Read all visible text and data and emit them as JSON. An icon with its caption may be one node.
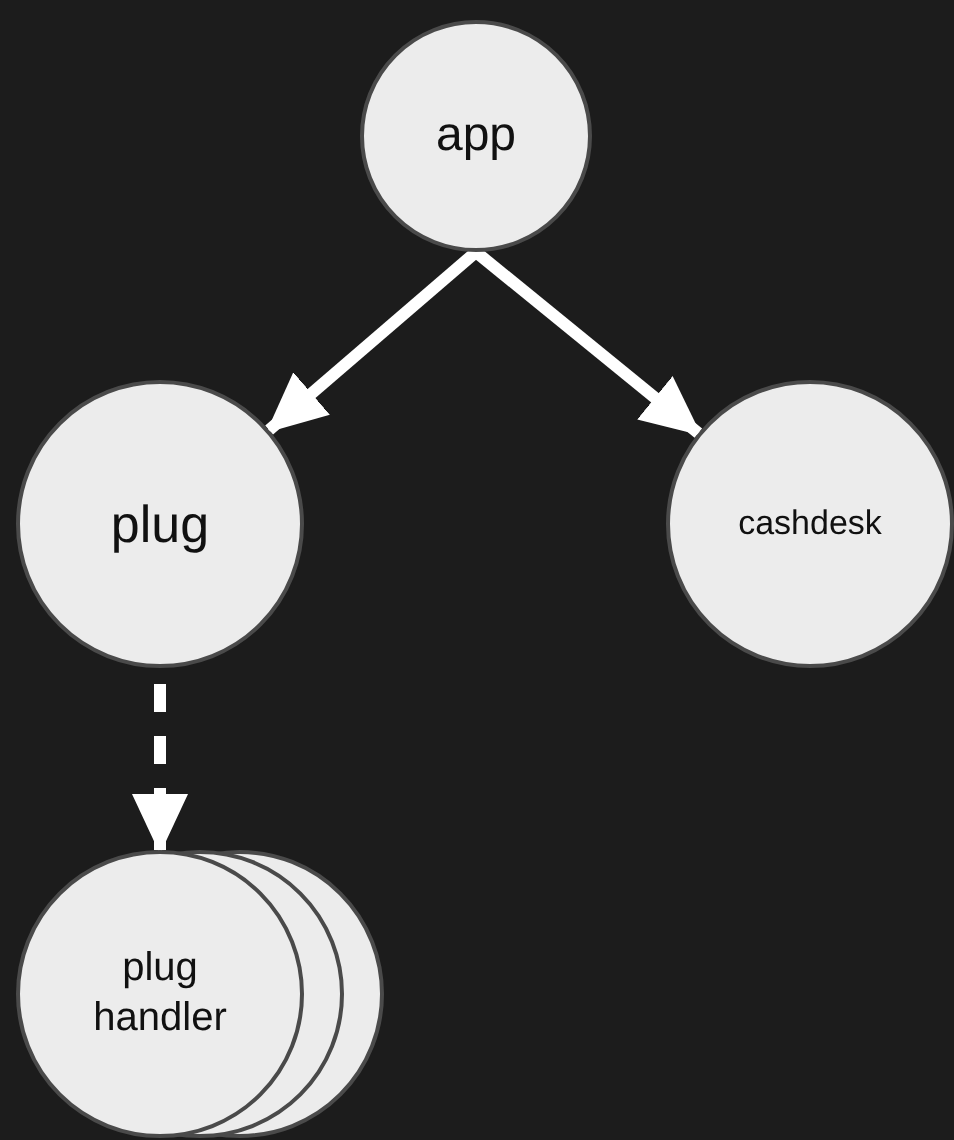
{
  "diagram": {
    "nodes": [
      {
        "text": [
          "app"
        ]
      },
      {
        "text": [
          "plug"
        ]
      },
      {
        "text": [
          "cashdesk"
        ]
      },
      {
        "text": [
          "plug handler"
        ]
      }
    ],
    "edges": [
      {
        "from": 0,
        "to": 1,
        "arrow": "to"
      },
      {
        "from": 0,
        "to": 2,
        "arrow": "to"
      },
      {
        "from": 1,
        "to": 3,
        "arrow": "to",
        "style": "dashed"
      }
    ]
  }
}
